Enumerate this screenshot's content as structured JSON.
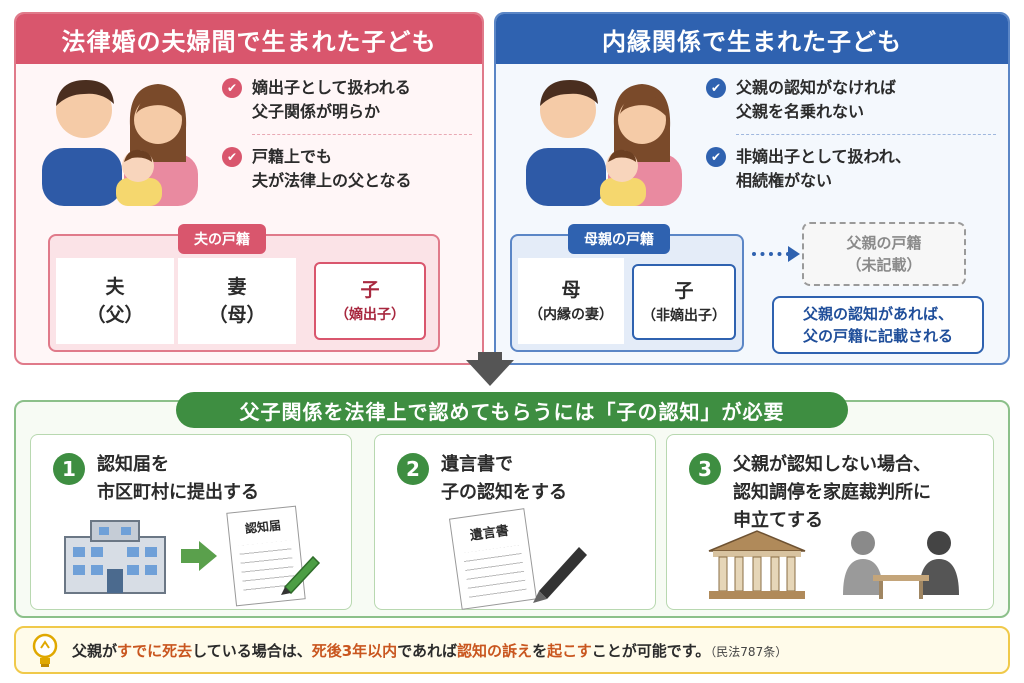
{
  "left": {
    "title": "法律婚の夫婦間で生まれた子ども",
    "checks": [
      "嫡出子として扱われる\n父子関係が明らか",
      "戸籍上でも\n夫が法律上の父となる"
    ],
    "koseki_tag": "夫の戸籍",
    "cells": [
      {
        "top": "夫",
        "bottom": "（父）"
      },
      {
        "top": "妻",
        "bottom": "（母）"
      },
      {
        "top": "子",
        "bottom": "（嫡出子）"
      }
    ]
  },
  "right": {
    "title": "内縁関係で生まれた子ども",
    "checks": [
      "父親の認知がなければ\n父親を名乗れない",
      "非嫡出子として扱われ、\n相続権がない"
    ],
    "koseki_tag": "母親の戸籍",
    "cells": [
      {
        "top": "母",
        "bottom": "（内縁の妻）"
      },
      {
        "top": "子",
        "bottom": "（非嫡出子）"
      }
    ],
    "father_box": {
      "line1": "父親の戸籍",
      "line2": "（未記載）"
    },
    "note": "父親の認知があれば、\n父の戸籍に記載される"
  },
  "bottom": {
    "title": "父子関係を法律上で認めてもらうには「子の認知」が必要",
    "steps": [
      {
        "num": "1",
        "text": "認知届を\n市区町村に提出する",
        "doc": "認知届"
      },
      {
        "num": "2",
        "text": "遺言書で\n子の認知をする",
        "doc": "遺言書"
      },
      {
        "num": "3",
        "text": "父親が認知しない場合、\n認知調停を家庭裁判所に\n申立てする"
      }
    ]
  },
  "notice": {
    "p1": "父親が",
    "h1": "すでに死去",
    "p2": "している場合は、",
    "h2": "死後3年以内",
    "p3": "であれば",
    "h3": "認知の訴え",
    "p4": "を",
    "h4": "起こす",
    "p5": "ことが可能です。",
    "ref": "（民法787条）"
  },
  "colors": {
    "pink": "#d9566d",
    "blue": "#2f62b0",
    "green": "#3e8e41",
    "orange": "#c9561f"
  }
}
